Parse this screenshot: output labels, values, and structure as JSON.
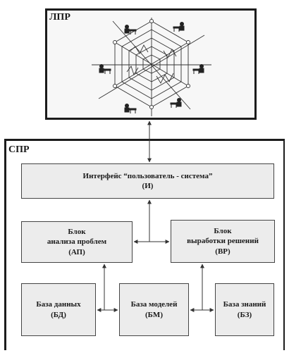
{
  "lpr": {
    "label": "ЛПР"
  },
  "spr": {
    "label": "СПР"
  },
  "interface": {
    "line1": "Интерфейс “пользователь - система”",
    "line2": "(И)"
  },
  "ap": {
    "line1": "Блок",
    "line2": "анализа проблем",
    "line3": "(АП)"
  },
  "vr": {
    "line1": "Блок",
    "line2": "выработки решений",
    "line3": "(ВР)"
  },
  "bd": {
    "line1": "База данных",
    "line2": "(БД)"
  },
  "bm": {
    "line1": "База моделей",
    "line2": "(БМ)"
  },
  "bz": {
    "line1": "База знаний",
    "line2": "(БЗ)"
  },
  "colors": {
    "frame": "#1c1c1c",
    "box_fill": "#ececec",
    "line": "#333333"
  }
}
